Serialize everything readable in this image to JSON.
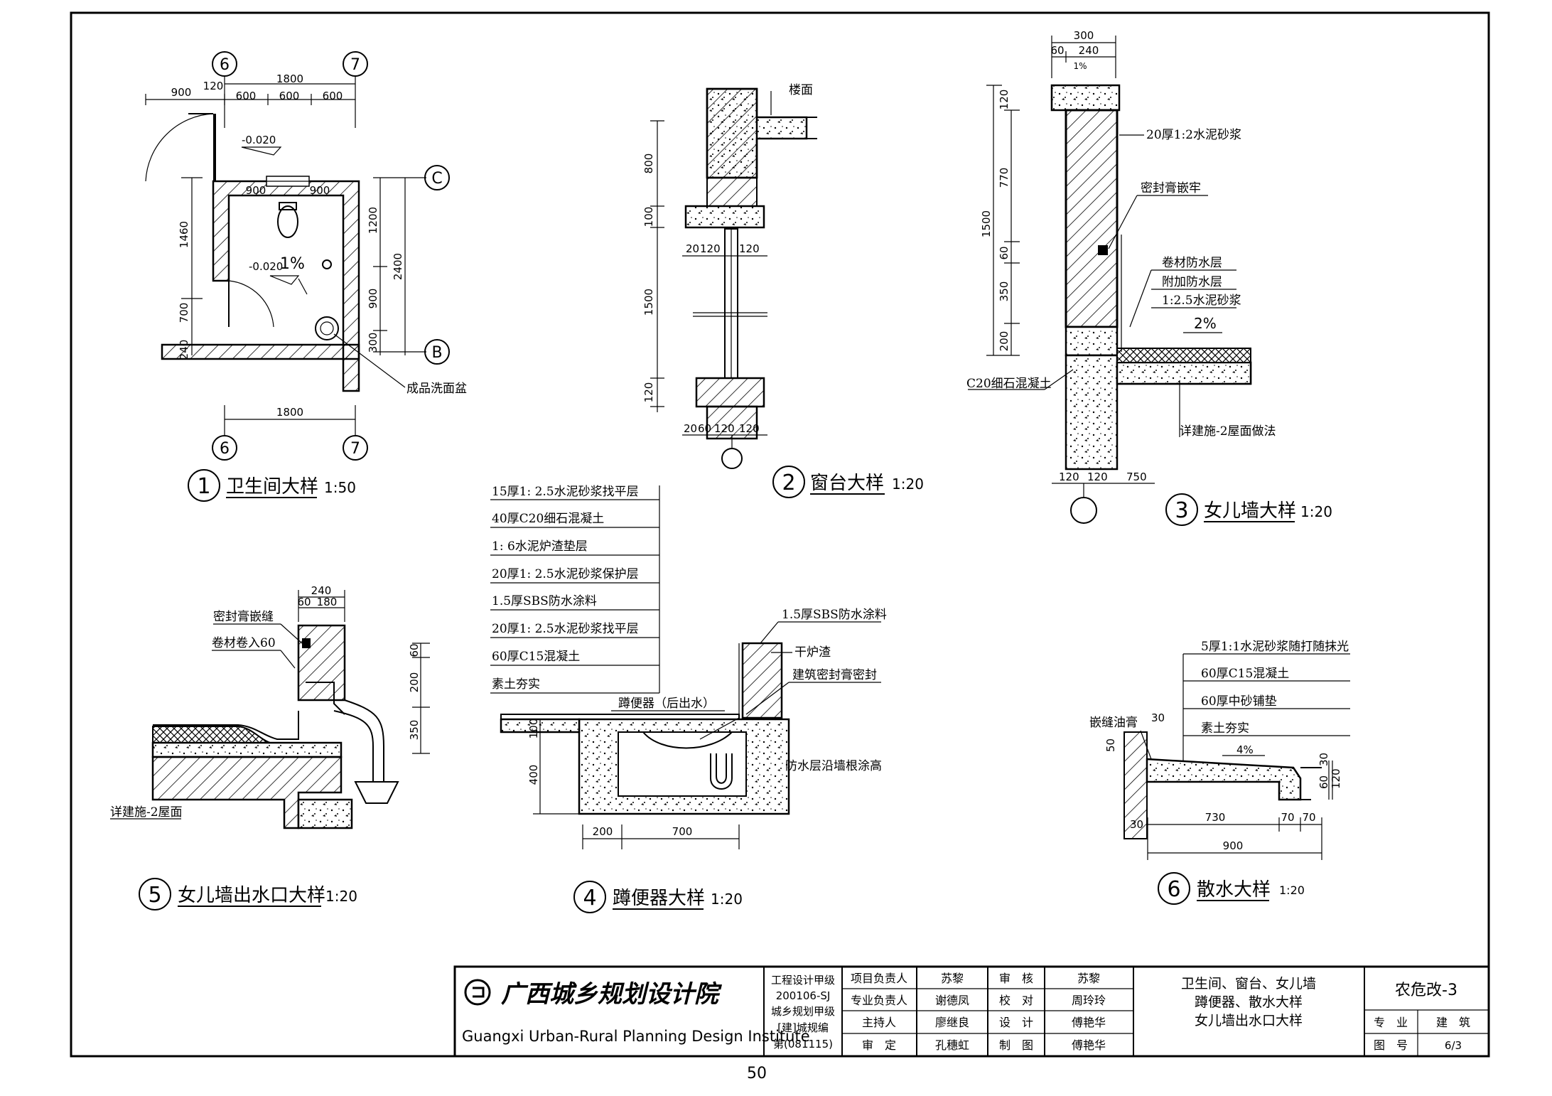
{
  "drawings": {
    "d1": {
      "number": "1",
      "title": "卫生间大样",
      "scale": "1:50",
      "axis_top_left": "6",
      "axis_top_right": "7",
      "axis_bottom_left": "6",
      "axis_bottom_right": "7",
      "axis_c": "C",
      "axis_b": "B",
      "dims": [
        "900",
        "120",
        "1800",
        "600",
        "600",
        "600",
        "900",
        "900",
        "1460",
        "700",
        "240",
        "1200",
        "2400",
        "900",
        "300",
        "1800"
      ],
      "level1": "-0.020",
      "level2": "-0.020",
      "slope": "1%",
      "note": "成品洗面盆"
    },
    "d2": {
      "number": "2",
      "title": "窗台大样",
      "scale": "1:20",
      "label_floor": "楼面",
      "dims": [
        "800",
        "100",
        "1500",
        "120",
        "20",
        "120",
        "120",
        "20",
        "60",
        "120",
        "120"
      ]
    },
    "d3": {
      "number": "3",
      "title": "女儿墙大样",
      "scale": "1:20",
      "top_dims": [
        "300",
        "60",
        "240"
      ],
      "slope_top": "1%",
      "left_dims": [
        "120",
        "770",
        "1500",
        "60",
        "350",
        "200"
      ],
      "bottom_dims": [
        "120",
        "120",
        "750"
      ],
      "labels": [
        "20厚1:2水泥砂浆",
        "密封膏嵌牢",
        "卷材防水层",
        "附加防水层",
        "1:2.5水泥砂浆",
        "C20细石混凝土",
        "详建施-2屋面做法"
      ],
      "slope_roof": "2%"
    },
    "d4": {
      "number": "4",
      "title": "蹲便器大样",
      "scale": "1:20",
      "layers": [
        "15厚1: 2.5水泥砂浆找平层",
        "40厚C20细石混凝土",
        "1: 6水泥炉渣垫层",
        "20厚1: 2.5水泥砂浆保护层",
        "1.5厚SBS防水涂料",
        "20厚1: 2.5水泥砂浆找平层",
        "60厚C15混凝土",
        "素土夯实"
      ],
      "right_labels": [
        "1.5厚SBS防水涂料",
        "干炉渣",
        "建筑密封膏密封",
        "防水层沿墙根涂高"
      ],
      "fixture": "蹲便器（后出水）",
      "dims": [
        "100",
        "400",
        "200",
        "700"
      ]
    },
    "d5": {
      "number": "5",
      "title": "女儿墙出水口大样",
      "scale": "1:20",
      "labels": [
        "密封膏嵌缝",
        "卷材卷入60",
        "详建施-2屋面"
      ],
      "dims": [
        "240",
        "60",
        "180",
        "60",
        "200",
        "350"
      ]
    },
    "d6": {
      "number": "6",
      "title": "散水大样",
      "scale": "1:20",
      "layers": [
        "5厚1:1水泥砂浆随打随抹光",
        "60厚C15混凝土",
        "60厚中砂铺垫",
        "素土夯实"
      ],
      "left_label": "嵌缝油膏",
      "slope": "4%",
      "dims": [
        "30",
        "50",
        "30",
        "30",
        "60",
        "120",
        "730",
        "70",
        "70",
        "900"
      ]
    }
  },
  "title_block": {
    "company_cn": "广西城乡规划设计院",
    "company_en": "Guangxi Urban-Rural Planning Design Institute",
    "cert_lines": [
      "工程设计甲级",
      "200106-SJ",
      "城乡规划甲级",
      "[建]城规编",
      "第(081115)"
    ],
    "roles": [
      {
        "role": "项目负责人",
        "name": "苏黎"
      },
      {
        "role": "专业负责人",
        "name": "谢德凤"
      },
      {
        "role": "主持人",
        "name": "廖继良"
      },
      {
        "role": "审　定",
        "name": "孔穗虹"
      }
    ],
    "checks": [
      {
        "role": "审　核",
        "name": "苏黎"
      },
      {
        "role": "校　对",
        "name": "周玲玲"
      },
      {
        "role": "设　计",
        "name": "傅艳华"
      },
      {
        "role": "制　图",
        "name": "傅艳华"
      }
    ],
    "drawing_title": [
      "卫生间、窗台、女儿墙",
      "蹲便器、散水大样",
      "女儿墙出水口大样"
    ],
    "drawing_no": "农危改-3",
    "discipline_label": "专　业",
    "discipline": "建　筑",
    "sheet_label": "图　号",
    "sheet": "6/3"
  },
  "page_number": "50"
}
